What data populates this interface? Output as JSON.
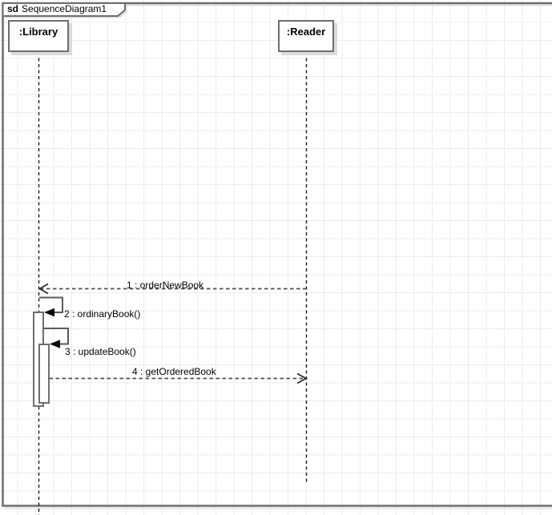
{
  "frame": {
    "keyword": "sd",
    "title": "SequenceDiagram1"
  },
  "participants": [
    {
      "name": ":Library"
    },
    {
      "name": ":Reader"
    }
  ],
  "messages": [
    {
      "label": "1 : orderNewBook",
      "from": ":Reader",
      "to": ":Library",
      "line": "dashed",
      "arrow": "open"
    },
    {
      "label": "2 : ordinaryBook()",
      "from": ":Library",
      "to": ":Library",
      "line": "solid",
      "arrow": "filled-self"
    },
    {
      "label": "3 : updateBook()",
      "from": ":Library",
      "to": ":Library",
      "line": "solid",
      "arrow": "filled-self"
    },
    {
      "label": "4 : getOrderedBook",
      "from": ":Library",
      "to": ":Reader",
      "line": "dashed",
      "arrow": "open"
    }
  ],
  "colors": {
    "background": "#ffffff",
    "grid": "#ececec",
    "border_gray": "#6e6e6e",
    "message_line": "#4f4f4f",
    "lifeline": "#1c1c1c",
    "text": "#000000",
    "shadow": "#dcdcdc",
    "arrowhead": "#0a0a0a"
  }
}
